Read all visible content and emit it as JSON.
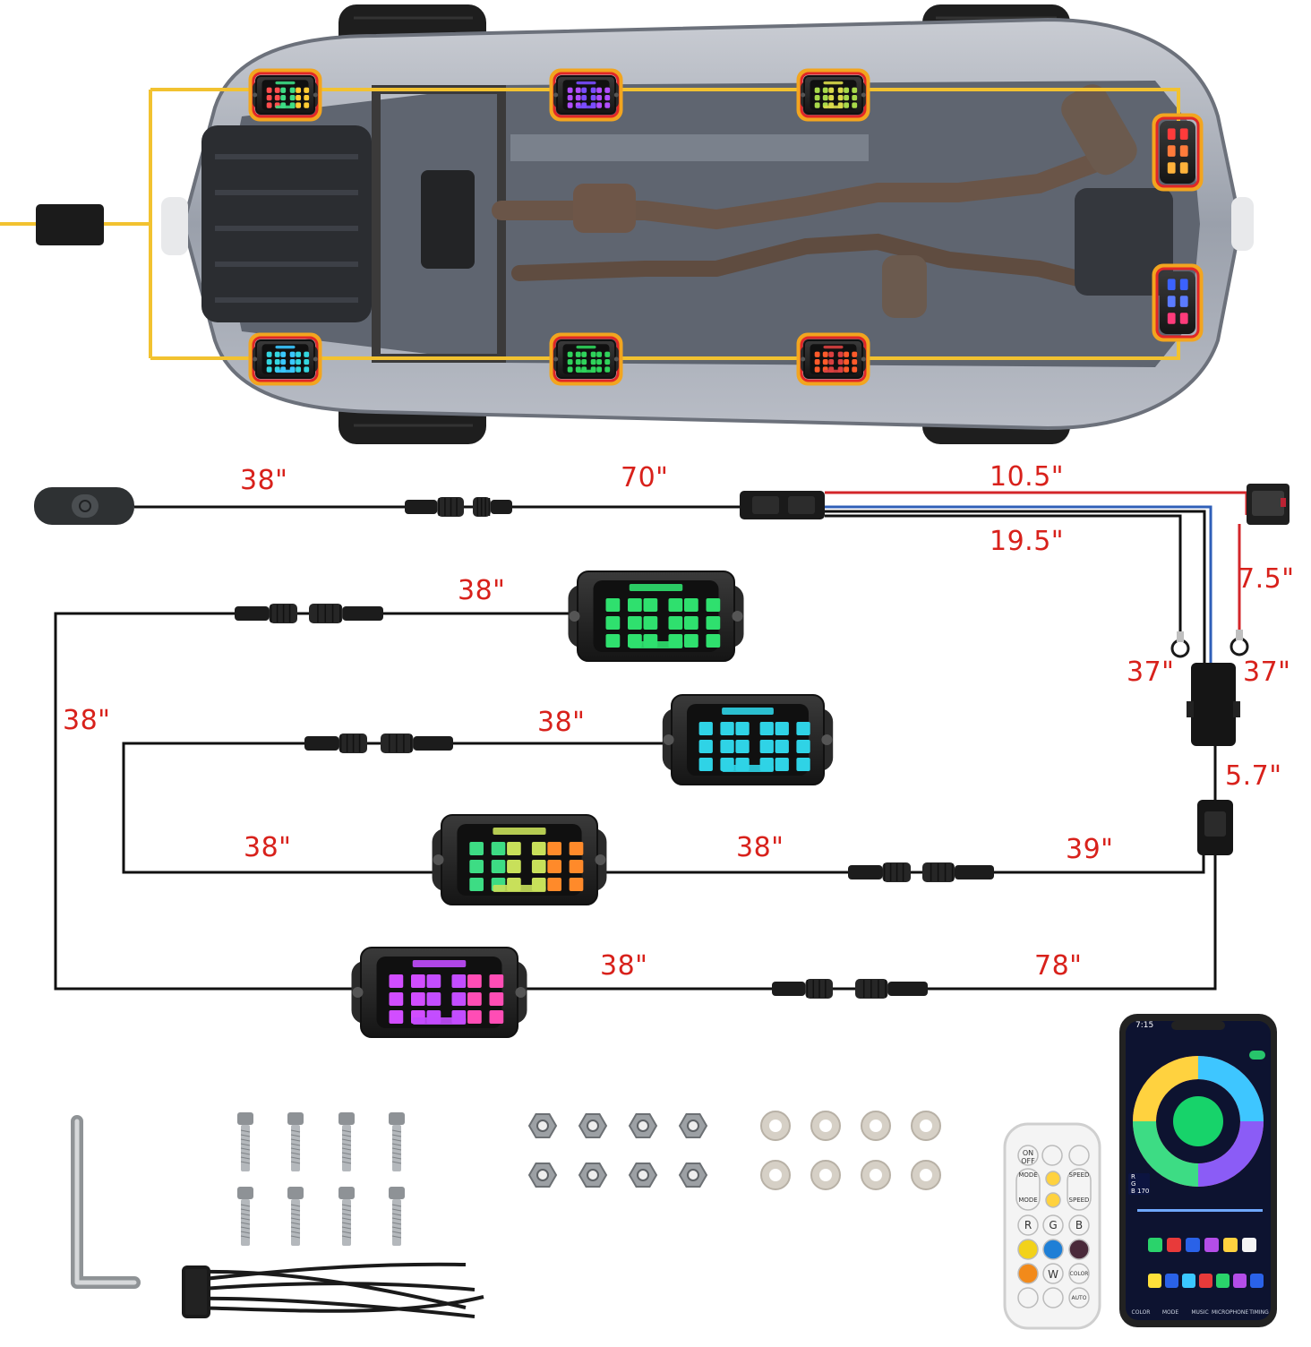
{
  "colors": {
    "yellow_wire": "#f2c230",
    "label_red": "#d8211b",
    "wire": "#111111",
    "red_wire": "#d3262a",
    "blue_wire": "#2f5fb8"
  },
  "wire_labels": {
    "switch_cable": "38\"",
    "main_cable": "70\"",
    "red_power": "10.5\"",
    "black_power": "19.5\"",
    "fuse_lead": "7.5\"",
    "ground_ring": "37\"",
    "power_ring": "37\"",
    "controller_lead": "5.7\"",
    "pod1_cable": "38\"",
    "loop_left": "38\"",
    "pod2_cable": "38\"",
    "pod3_left": "38\"",
    "pod3_right": "38\"",
    "branch_a": "39\"",
    "pod4_right": "38\"",
    "branch_b": "78\""
  },
  "icons": {
    "switch": "rocker-switch-icon",
    "fuse": "fuse-holder-icon",
    "controller": "controller-box-icon",
    "splitter": "y-splitter-icon",
    "connector": "connector-plug-icon",
    "ring": "ring-terminal-icon",
    "pod": "led-pod-icon",
    "allen_key": "allen-key-icon",
    "bolt": "bolt-icon",
    "nut": "hex-nut-icon",
    "washer": "washer-icon",
    "zip_tie": "zip-tie-icon",
    "remote": "remote-control-icon",
    "phone": "smartphone-app-icon",
    "car": "car-underbody-icon"
  },
  "remote": {
    "on": "ON",
    "off": "OFF",
    "mode": "MODE",
    "speed": "SPEED",
    "r": "R",
    "g": "G",
    "b": "B",
    "w": "W",
    "color": "COLOR",
    "auto": "AUTO"
  },
  "phone": {
    "time": "7:15",
    "r_val": "R",
    "g_val": "G",
    "b_val": "B 170",
    "tabs": [
      "COLOR",
      "MODE",
      "MUSIC",
      "MICROPHONE",
      "TIMING"
    ]
  }
}
